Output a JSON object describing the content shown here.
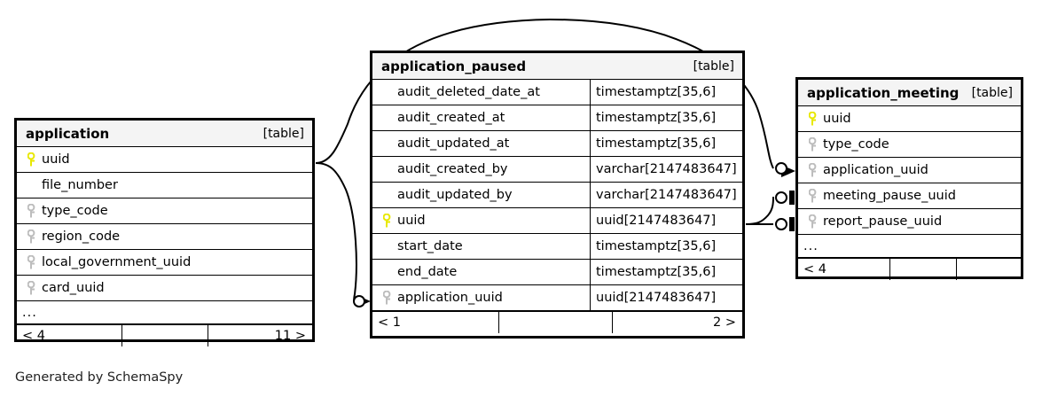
{
  "diagram": {
    "kind_label": "[table]",
    "ellipsis": "...",
    "footer_note": "Generated by SchemaSpy",
    "colors": {
      "primary_key": "#E8E800",
      "foreign_key": "#BDBDBD",
      "header_bg": "#f4f4f4",
      "border": "#000000",
      "background": "#ffffff"
    }
  },
  "tables": [
    {
      "id": "application",
      "name": "application",
      "kind": "[table]",
      "columns": [
        {
          "name": "uuid",
          "type": "",
          "key": "primary"
        },
        {
          "name": "file_number",
          "type": "",
          "key": "none"
        },
        {
          "name": "type_code",
          "type": "",
          "key": "foreign"
        },
        {
          "name": "region_code",
          "type": "",
          "key": "foreign"
        },
        {
          "name": "local_government_uuid",
          "type": "",
          "key": "foreign"
        },
        {
          "name": "card_uuid",
          "type": "",
          "key": "foreign"
        }
      ],
      "more_indicator": "...",
      "footer": {
        "left": "< 4",
        "middle": "",
        "right": "11 >"
      }
    },
    {
      "id": "application_paused",
      "name": "application_paused",
      "kind": "[table]",
      "columns": [
        {
          "name": "audit_deleted_date_at",
          "type": "timestamptz[35,6]",
          "key": "none"
        },
        {
          "name": "audit_created_at",
          "type": "timestamptz[35,6]",
          "key": "none"
        },
        {
          "name": "audit_updated_at",
          "type": "timestamptz[35,6]",
          "key": "none"
        },
        {
          "name": "audit_created_by",
          "type": "varchar[2147483647]",
          "key": "none"
        },
        {
          "name": "audit_updated_by",
          "type": "varchar[2147483647]",
          "key": "none"
        },
        {
          "name": "uuid",
          "type": "uuid[2147483647]",
          "key": "primary"
        },
        {
          "name": "start_date",
          "type": "timestamptz[35,6]",
          "key": "none"
        },
        {
          "name": "end_date",
          "type": "timestamptz[35,6]",
          "key": "none"
        },
        {
          "name": "application_uuid",
          "type": "uuid[2147483647]",
          "key": "foreign"
        }
      ],
      "more_indicator": "",
      "footer": {
        "left": "< 1",
        "middle": "",
        "right": "2 >"
      }
    },
    {
      "id": "application_meeting",
      "name": "application_meeting",
      "kind": "[table]",
      "columns": [
        {
          "name": "uuid",
          "type": "",
          "key": "primary"
        },
        {
          "name": "type_code",
          "type": "",
          "key": "foreign"
        },
        {
          "name": "application_uuid",
          "type": "",
          "key": "foreign"
        },
        {
          "name": "meeting_pause_uuid",
          "type": "",
          "key": "foreign"
        },
        {
          "name": "report_pause_uuid",
          "type": "",
          "key": "foreign"
        }
      ],
      "more_indicator": "...",
      "footer": {
        "left": "< 4",
        "middle": "",
        "right": ""
      }
    }
  ],
  "relationships": [
    {
      "from_table": "application",
      "from_column": "uuid",
      "to_table": "application_paused",
      "to_column": "application_uuid",
      "style": "zero-or-more"
    },
    {
      "from_table": "application",
      "from_column": "uuid",
      "to_table": "application_meeting",
      "to_column": "application_uuid",
      "style": "zero-or-more"
    },
    {
      "from_table": "application_paused",
      "from_column": "uuid",
      "to_table": "application_meeting",
      "to_column": "meeting_pause_uuid",
      "style": "zero-or-one"
    },
    {
      "from_table": "application_paused",
      "from_column": "uuid",
      "to_table": "application_meeting",
      "to_column": "report_pause_uuid",
      "style": "zero-or-one"
    }
  ]
}
